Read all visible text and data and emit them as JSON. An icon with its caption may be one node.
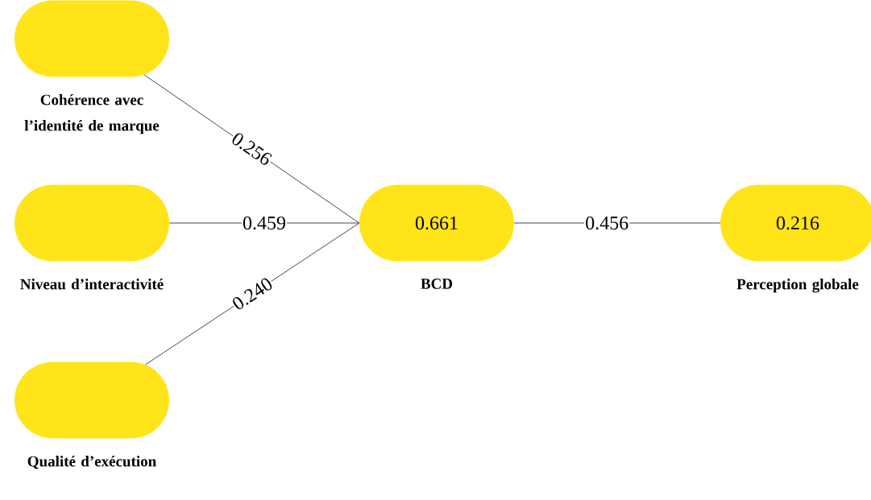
{
  "diagram": {
    "nodes": [
      {
        "text": [
          "Cohérence avec l’identité de marque"
        ]
      },
      {
        "text": [
          "Niveau d’interactivité"
        ]
      },
      {
        "text": [
          "Qualité d’exécution"
        ]
      },
      {
        "text": [
          "0.661",
          "BCD"
        ]
      },
      {
        "text": [
          "0.216",
          "Perception globale"
        ]
      }
    ],
    "edges": [
      {
        "from": 0,
        "to": 3,
        "arrow": "none",
        "label": "0.256"
      },
      {
        "from": 1,
        "to": 3,
        "arrow": "none",
        "label": "0.459"
      },
      {
        "from": 2,
        "to": 3,
        "arrow": "none",
        "label": "0.240"
      },
      {
        "from": 3,
        "to": 4,
        "arrow": "none",
        "label": "0.456"
      }
    ]
  }
}
